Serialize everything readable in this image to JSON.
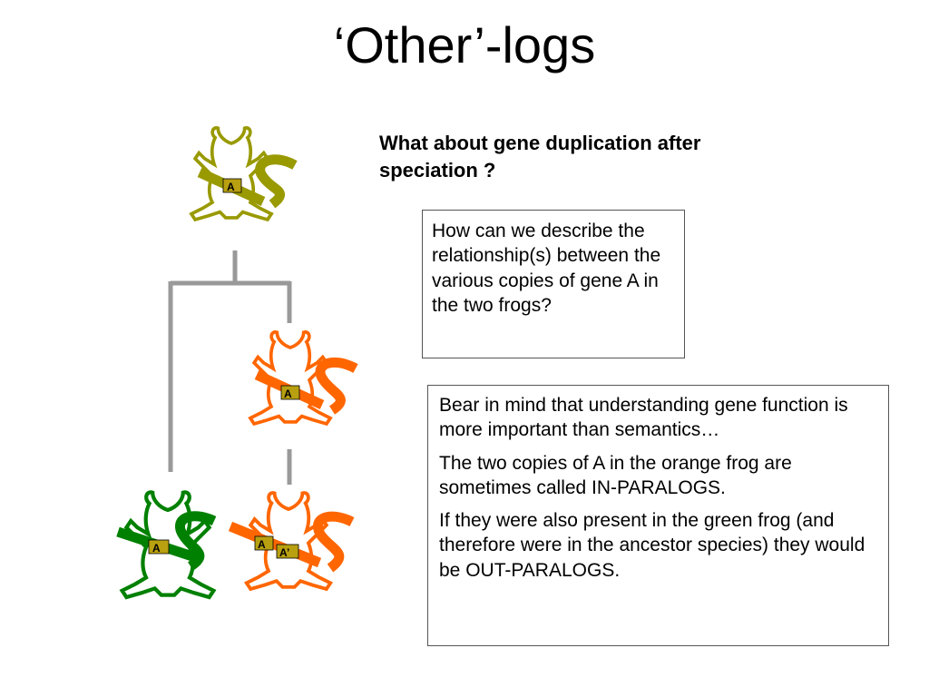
{
  "slide": {
    "title": "‘Other’-logs",
    "question": "What about gene duplication after speciation ?",
    "question_box": "How can we describe the relationship(s) between the various copies of gene A in the two frogs?",
    "notes": [
      "Bear in mind that understanding gene function is more important than semantics…",
      "The two copies of A in the orange frog are sometimes called IN-PARALOGS.",
      "If they were also present in the green frog (and therefore were in the ancestor species) they would be OUT-PARALOGS."
    ]
  },
  "frogs": {
    "ancestor": {
      "color": "#999900",
      "gene_label": "A"
    },
    "orange_ancestor": {
      "color": "#ff6600",
      "gene_label": "A"
    },
    "green": {
      "color": "#008000",
      "gene_label": "A"
    },
    "orange": {
      "color": "#ff6600",
      "gene_labels": [
        "A",
        "A’"
      ]
    }
  },
  "colors": {
    "tree_branch": "#999999",
    "gene_box": "#b8a010"
  }
}
